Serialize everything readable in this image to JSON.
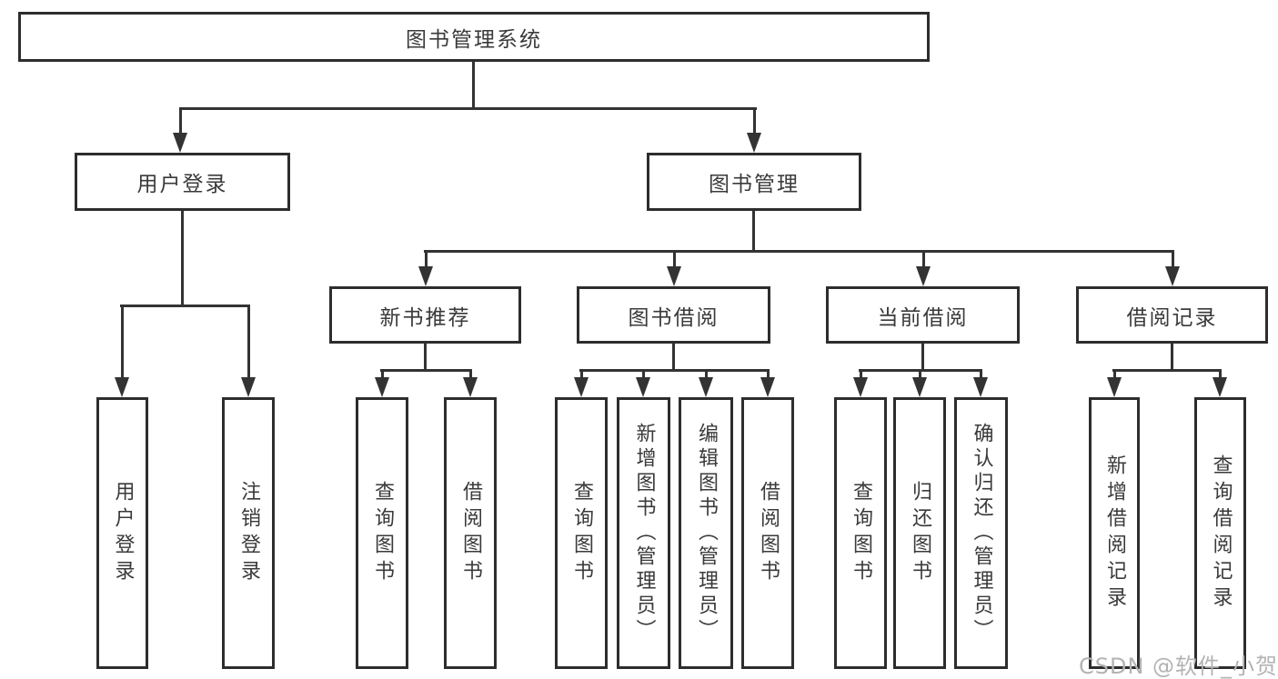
{
  "diagram": {
    "root": {
      "label": "图书管理系统",
      "children": [
        {
          "label": "用户登录",
          "children": [
            {
              "label": "用户登录"
            },
            {
              "label": "注销登录"
            }
          ]
        },
        {
          "label": "图书管理",
          "children": [
            {
              "label": "新书推荐",
              "children": [
                {
                  "label": "查询图书"
                },
                {
                  "label": "借阅图书"
                }
              ]
            },
            {
              "label": "图书借阅",
              "children": [
                {
                  "label": "查询图书"
                },
                {
                  "label": "新增图书（管理员）"
                },
                {
                  "label": "编辑图书（管理员）"
                },
                {
                  "label": "借阅图书"
                }
              ]
            },
            {
              "label": "当前借阅",
              "children": [
                {
                  "label": "查询图书"
                },
                {
                  "label": "归还图书"
                },
                {
                  "label": "确认归还（管理员）"
                }
              ]
            },
            {
              "label": "借阅记录",
              "children": [
                {
                  "label": "新增借阅记录"
                },
                {
                  "label": "查询借阅记录"
                }
              ]
            }
          ]
        }
      ]
    }
  },
  "watermark": {
    "text": "CSDN @软件_小贺同学"
  },
  "colors": {
    "line": "#333333",
    "box_border": "#2d2d2d",
    "text": "#3a3a3a",
    "watermark": "#b3b3b3",
    "background": "#ffffff"
  }
}
